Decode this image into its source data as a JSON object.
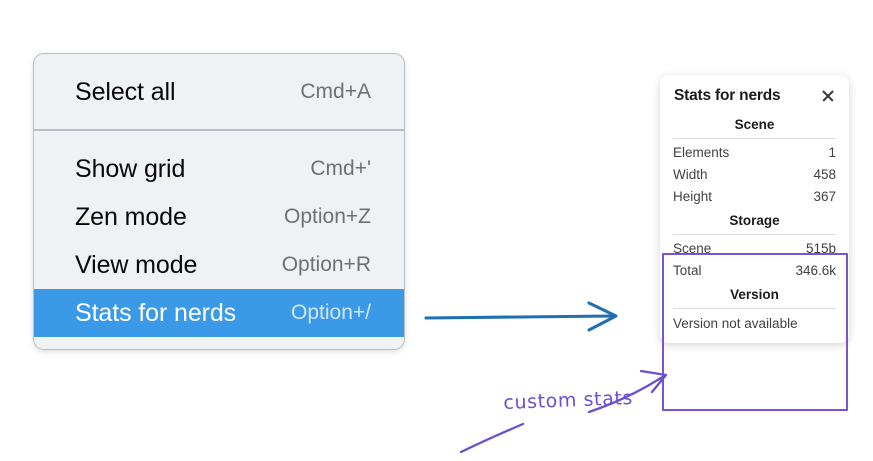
{
  "context_menu": {
    "groups": [
      {
        "items": [
          {
            "label": "Select all",
            "shortcut": "Cmd+A",
            "selected": false
          }
        ]
      },
      {
        "items": [
          {
            "label": "Show grid",
            "shortcut": "Cmd+'",
            "selected": false
          },
          {
            "label": "Zen mode",
            "shortcut": "Option+Z",
            "selected": false
          },
          {
            "label": "View mode",
            "shortcut": "Option+R",
            "selected": false
          },
          {
            "label": "Stats for nerds",
            "shortcut": "Option+/",
            "selected": true
          }
        ]
      }
    ],
    "highlight_color": "#3b9ae8",
    "background_color": "#f0f1f3"
  },
  "stats_panel": {
    "title": "Stats for nerds",
    "close_icon": "close-icon",
    "sections": [
      {
        "title": "Scene",
        "rows": [
          {
            "key": "Elements",
            "value": "1"
          },
          {
            "key": "Width",
            "value": "458"
          },
          {
            "key": "Height",
            "value": "367"
          }
        ]
      },
      {
        "title": "Storage",
        "rows": [
          {
            "key": "Scene",
            "value": "515b"
          },
          {
            "key": "Total",
            "value": "346.6k"
          }
        ]
      },
      {
        "title": "Version",
        "note": "Version not available"
      }
    ]
  },
  "annotations": {
    "handwritten_label": "custom stats",
    "handwriting_color": "#6b4fd0",
    "outline_color": "#7a52d6",
    "arrow_color": "#1f6fb2"
  }
}
